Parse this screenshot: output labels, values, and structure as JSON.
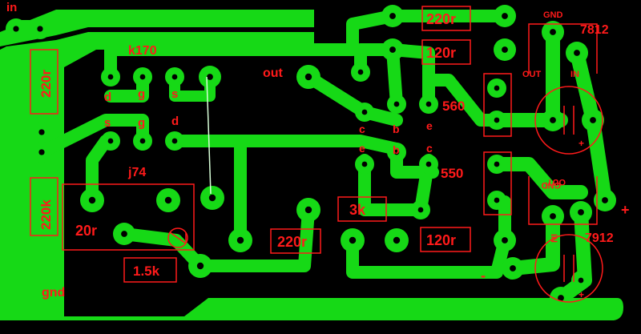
{
  "colors": {
    "background": "#000000",
    "copper": "#16d916",
    "silkscreen": "#ff1a1a",
    "drill": "#000000",
    "jumper": "#d8ffd8"
  },
  "labels": {
    "input": "in",
    "ground": "gnd",
    "output": "out",
    "plus": "+",
    "minus": "-",
    "fet_top": "k170",
    "fet_bottom": "j74",
    "reg_pos": "7812",
    "reg_neg": "7912",
    "reg_gnd_top": "GND",
    "reg_gnd_bottom": "GND",
    "reg_out": "OUT",
    "reg_in": "IN",
    "transistor_top": "560",
    "transistor_bottom": "550",
    "pin_d": "d",
    "pin_g": "g",
    "pin_s": "s",
    "pin_b": "b",
    "pin_c": "c",
    "pin_e": "e"
  },
  "resistors": {
    "r_in_220r": "220r",
    "r_in_220k": "220k",
    "r_20r": "20r",
    "r_1_5k": "1.5k",
    "r_220_mid": "220r",
    "r_3k": "3k",
    "r_120r_bottom": "120r",
    "r_220r_top": "220r",
    "r_120r_top": "120r"
  }
}
